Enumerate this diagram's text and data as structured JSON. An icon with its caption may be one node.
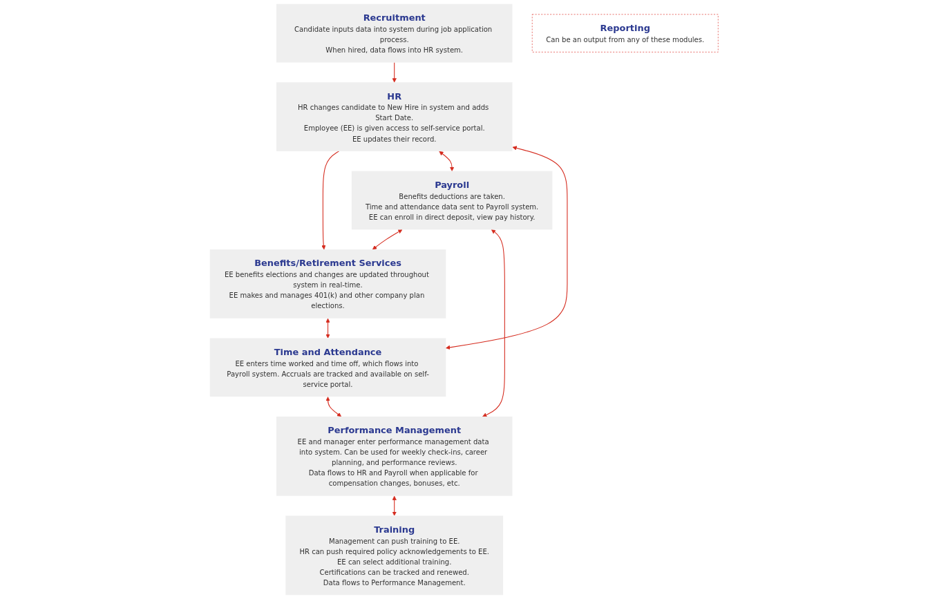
{
  "diagram": {
    "nodes": [
      {
        "text": [
          "Recruitment",
          "Candidate inputs data into system during job application process.",
          "When hired, data flows into HR system."
        ]
      },
      {
        "text": [
          "HR",
          "HR changes candidate to New Hire in system and adds Start Date.",
          "Employee (EE) is given access to self-service portal.",
          "EE updates their record."
        ]
      },
      {
        "text": [
          "Payroll",
          "Benefits deductions are taken.",
          "Time and attendance data sent to Payroll system.",
          "EE can enroll in direct deposit, view pay history."
        ]
      },
      {
        "text": [
          "Benefits/Retirement Services",
          "EE benefits elections and changes are updated throughout system in real-time.",
          "EE makes and manages 401(k) and other company plan elections."
        ]
      },
      {
        "text": [
          "Time and Attendance",
          "EE enters time worked and time off, which flows into Payroll system. Accruals are tracked and available on self-service portal."
        ]
      },
      {
        "text": [
          "Performance Management",
          "EE and manager enter performance management data into system. Can be used for weekly check-ins, career planning, and performance reviews.",
          "Data flows to HR and Payroll when applicable for compensation changes, bonuses, etc."
        ]
      },
      {
        "text": [
          "Reporting",
          "Can be an output from any of these modules."
        ]
      },
      {
        "text": [
          "Training",
          "Management can push training to EE.",
          "HR can push required policy acknowledgements to EE.",
          "EE can select additional training.",
          "Certifications can be tracked and renewed.",
          "Data flows to Performance Management."
        ]
      }
    ],
    "edges": [
      {
        "from": 0,
        "to": 1,
        "arrow": "to"
      },
      {
        "from": 1,
        "to": 3,
        "arrow": "to"
      },
      {
        "from": 1,
        "to": 2,
        "arrow": "both"
      },
      {
        "from": 1,
        "to": 4,
        "arrow": "both"
      },
      {
        "from": 2,
        "to": 3,
        "arrow": "both"
      },
      {
        "from": 3,
        "to": 4,
        "arrow": "both"
      },
      {
        "from": 2,
        "to": 5,
        "arrow": "both"
      },
      {
        "from": 4,
        "to": 5,
        "arrow": "both"
      },
      {
        "from": 5,
        "to": 7,
        "arrow": "both"
      }
    ]
  }
}
